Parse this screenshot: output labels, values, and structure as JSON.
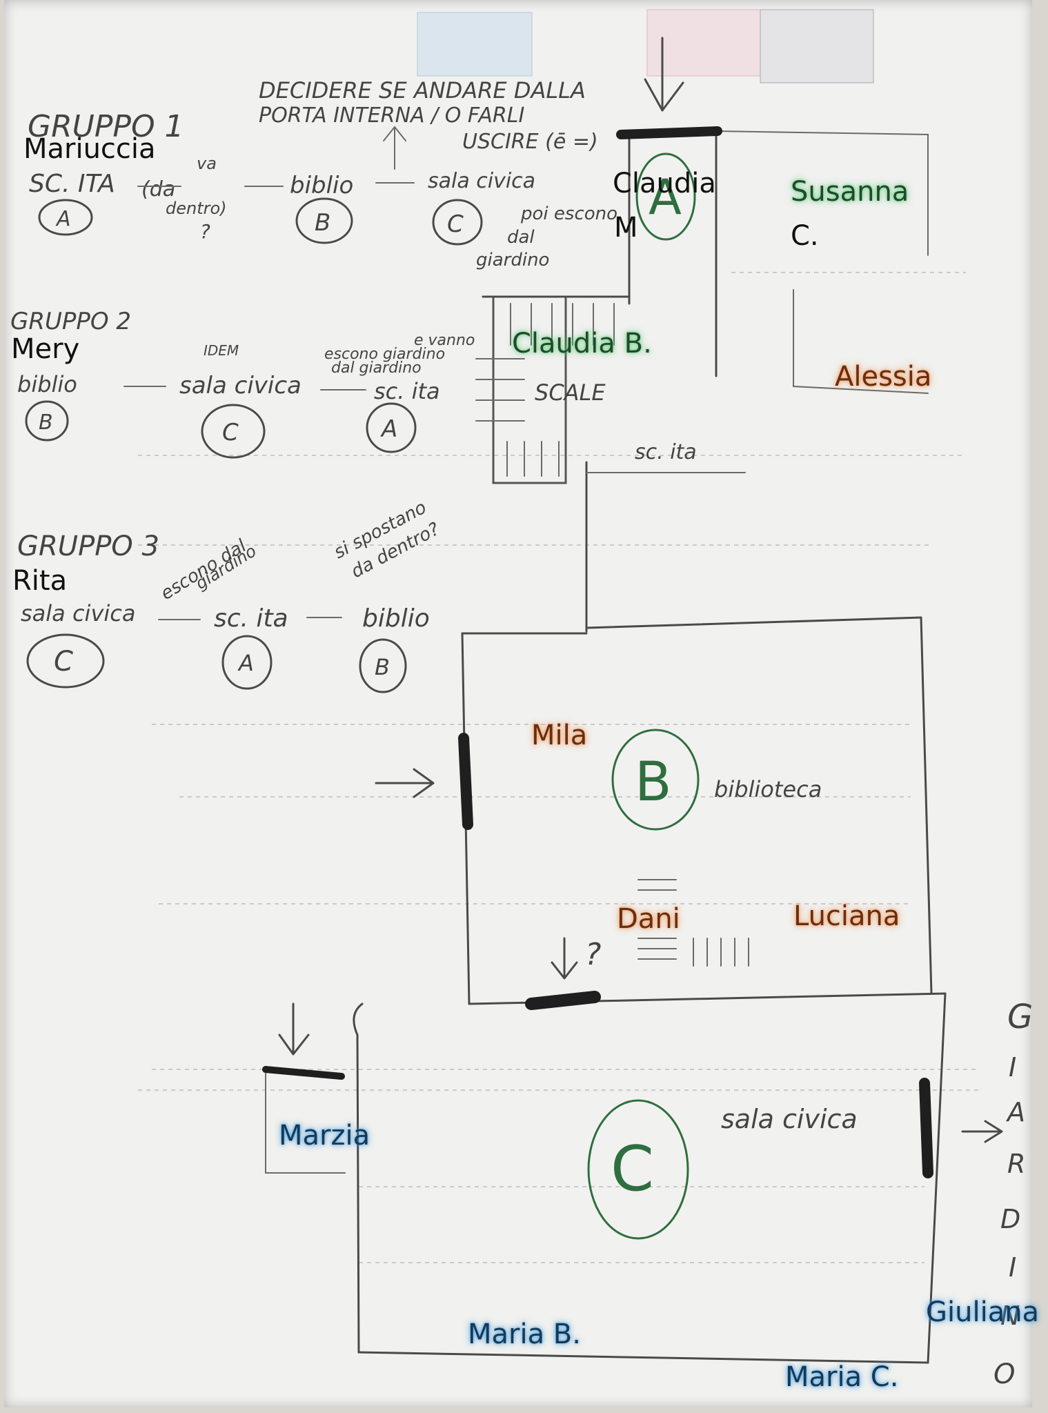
{
  "sketch_text": {
    "gruppo1": "GRUPPO 1",
    "gruppo2": "GRUPPO 2",
    "gruppo3": "GRUPPO 3",
    "decidere1": "DECIDERE SE ANDARE DALLA",
    "decidere2": "PORTA INTERNA / O FARLI",
    "decidere3": "USCIRE (ē =)",
    "g1_scita": "SC. ITA",
    "g1_va": "va",
    "g1_da": "(da",
    "g1_dentro": "dentro)",
    "g1_q": "?",
    "g1_biblio": "biblio",
    "g1_sala": "sala civica",
    "g1_poi1": "poi escono",
    "g1_poi2": "dal",
    "g1_poi3": "giardino",
    "g2_biblio": "biblio",
    "g2_idem": "IDEM",
    "g2_sala": "sala civica",
    "g2_escono1": "escono giardino",
    "g2_escono2": "dal giardino",
    "g2_escono3": "e vanno",
    "g2_scita": "sc. ita",
    "g3_sala": "sala civica",
    "g3_escono1": "escono dal",
    "g3_escono2": "giardino",
    "g3_scita": "sc. ita",
    "g3_si1": "si spostano",
    "g3_si2": "da dentro?",
    "g3_biblio": "biblio",
    "scale": "SCALE",
    "plan_scita": "sc. ita",
    "biblioteca": "biblioteca",
    "sala_civica": "sala civica",
    "giardino": [
      "G",
      "I",
      "A",
      "R",
      "D",
      "I",
      "N",
      "O"
    ],
    "q_mark": "?",
    "circle_A": "A",
    "circle_B": "B",
    "circle_C": "C"
  },
  "names": {
    "mariuccia": "Mariuccia",
    "mery": "Mery",
    "rita": "Rita",
    "claudia": "Claudia",
    "claudia_m": "M",
    "susanna": "Susanna",
    "susanna_c": "C.",
    "claudia_b": "Claudia B.",
    "alessia": "Alessia",
    "mila": "Mila",
    "dani": "Dani",
    "luciana": "Luciana",
    "marzia": "Marzia",
    "maria_b": "Maria B.",
    "giuliana": "Giuliana",
    "maria_c": "Maria C."
  },
  "colors": {
    "green_highlight": "#50c86e",
    "orange_highlight": "#f08c46",
    "blue_highlight": "#3c96dc",
    "room_ink": "#2f6e3f"
  }
}
